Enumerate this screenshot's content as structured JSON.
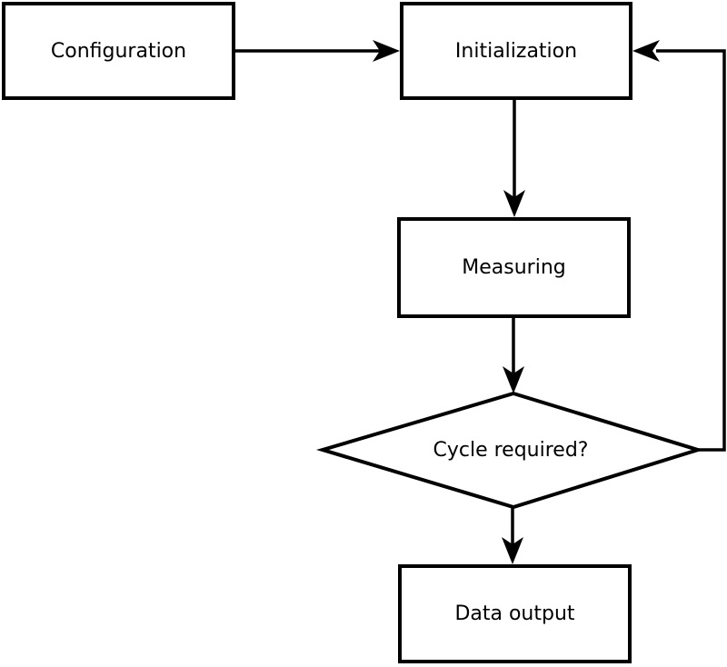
{
  "diagram": {
    "type": "flowchart",
    "nodes": [
      {
        "id": "configuration",
        "label": "Configuration",
        "shape": "rectangle"
      },
      {
        "id": "initialization",
        "label": "Initialization",
        "shape": "rectangle"
      },
      {
        "id": "measuring",
        "label": "Measuring",
        "shape": "rectangle"
      },
      {
        "id": "cycle_required",
        "label": "Cycle required?",
        "shape": "diamond"
      },
      {
        "id": "data_output",
        "label": "Data output",
        "shape": "rectangle"
      }
    ],
    "edges": [
      {
        "from": "Configuration",
        "to": "Initialization"
      },
      {
        "from": "Initialization",
        "to": "Measuring"
      },
      {
        "from": "Measuring",
        "to": "Cycle required?"
      },
      {
        "from": "Cycle required?",
        "to": "Data output"
      },
      {
        "from": "Cycle required?",
        "to": "Initialization"
      }
    ],
    "colors": {
      "stroke": "#000000",
      "node_fill": "#ffffff",
      "background": "#ffffff",
      "text": "#000000"
    }
  }
}
